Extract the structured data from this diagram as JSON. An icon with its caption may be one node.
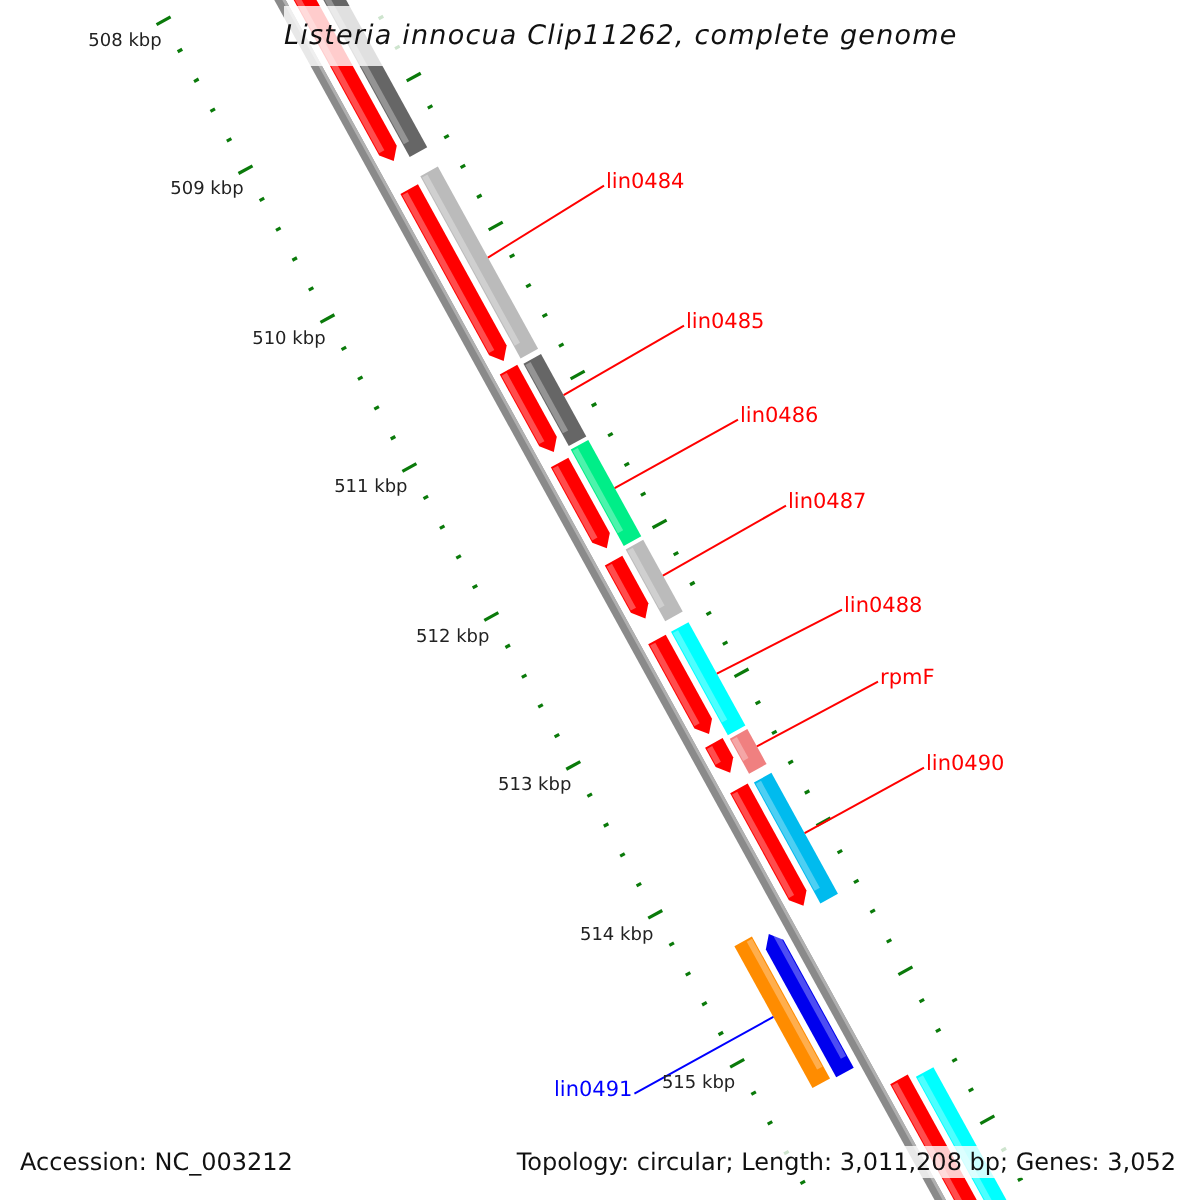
{
  "diagram": {
    "title": "Listeria innocua Clip11262, complete genome",
    "nodes": [
      {
        "text": [
          "lin0484"
        ]
      },
      {
        "text": [
          "lin0485"
        ]
      },
      {
        "text": [
          "lin0486"
        ]
      },
      {
        "text": [
          "lin0487"
        ]
      },
      {
        "text": [
          "lin0488"
        ]
      },
      {
        "text": [
          "rpmF"
        ]
      },
      {
        "text": [
          "lin0490"
        ]
      },
      {
        "text": [
          "lin0491"
        ]
      },
      {
        "text": [],
        "shape": "bar"
      },
      {
        "text": [],
        "shape": "bar"
      },
      {
        "text": [],
        "shape": "bar"
      },
      {
        "text": [],
        "shape": "bar"
      },
      {
        "text": [],
        "shape": "bar"
      },
      {
        "text": [],
        "shape": "bar"
      },
      {
        "text": [],
        "shape": "bar"
      },
      {
        "text": [],
        "shape": "bar"
      }
    ],
    "edges": [
      {
        "from": 0,
        "to": 8,
        "arrow": "none"
      },
      {
        "from": 1,
        "to": 9,
        "arrow": "none"
      },
      {
        "from": 2,
        "to": 10,
        "arrow": "none"
      },
      {
        "from": 3,
        "to": 11,
        "arrow": "none"
      },
      {
        "from": 4,
        "to": 12,
        "arrow": "none"
      },
      {
        "from": 5,
        "to": 13,
        "arrow": "none"
      },
      {
        "from": 6,
        "to": 14,
        "arrow": "none"
      },
      {
        "from": 7,
        "to": 15,
        "arrow": "none",
        "color": "#0000ff"
      }
    ],
    "labels": [
      "508 kbp",
      "509 kbp",
      "510 kbp",
      "511 kbp",
      "512 kbp",
      "513 kbp",
      "514 kbp",
      "515 kbp",
      "Accession: NC_003212",
      "Topology: circular; Length: 3,011,208 bp; Genes: 3,052"
    ]
  }
}
